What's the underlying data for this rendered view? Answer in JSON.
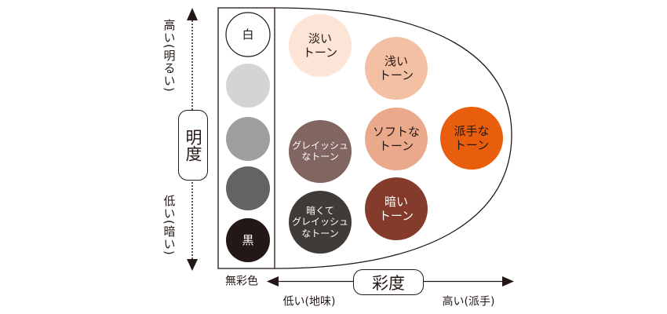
{
  "brightness_axis": {
    "label": "明度",
    "high": "高い(明るい)",
    "low": "低い(暗い)"
  },
  "saturation_axis": {
    "label": "彩度",
    "achromatic": "無彩色",
    "low": "低い(地味)",
    "high": "高い(派手)"
  },
  "achromatic": [
    {
      "label": "白",
      "color": "#ffffff"
    },
    {
      "label": "",
      "color": "#d4d4d5"
    },
    {
      "label": "",
      "color": "#9e9e9f"
    },
    {
      "label": "",
      "color": "#636264"
    },
    {
      "label": "黒",
      "color": "#231815"
    }
  ],
  "tones": [
    {
      "lines": [
        "淡い",
        "トーン"
      ],
      "color": "#fce4d6",
      "text": "#231815"
    },
    {
      "lines": [
        "浅い",
        "トーン"
      ],
      "color": "#f3c0a4",
      "text": "#231815"
    },
    {
      "lines": [
        "グレイッシュ",
        "なトーン"
      ],
      "color": "#806560",
      "text": "#ffffff"
    },
    {
      "lines": [
        "ソフトな",
        "トーン"
      ],
      "color": "#eba98b",
      "text": "#231815"
    },
    {
      "lines": [
        "派手な",
        "トーン"
      ],
      "color": "#e95e0c",
      "text": "#231815"
    },
    {
      "lines": [
        "暗くて",
        "グレイッシュ",
        "なトーン"
      ],
      "color": "#413b38",
      "text": "#ffffff"
    },
    {
      "lines": [
        "暗い",
        "トーン"
      ],
      "color": "#843b2c",
      "text": "#ffffff"
    }
  ]
}
